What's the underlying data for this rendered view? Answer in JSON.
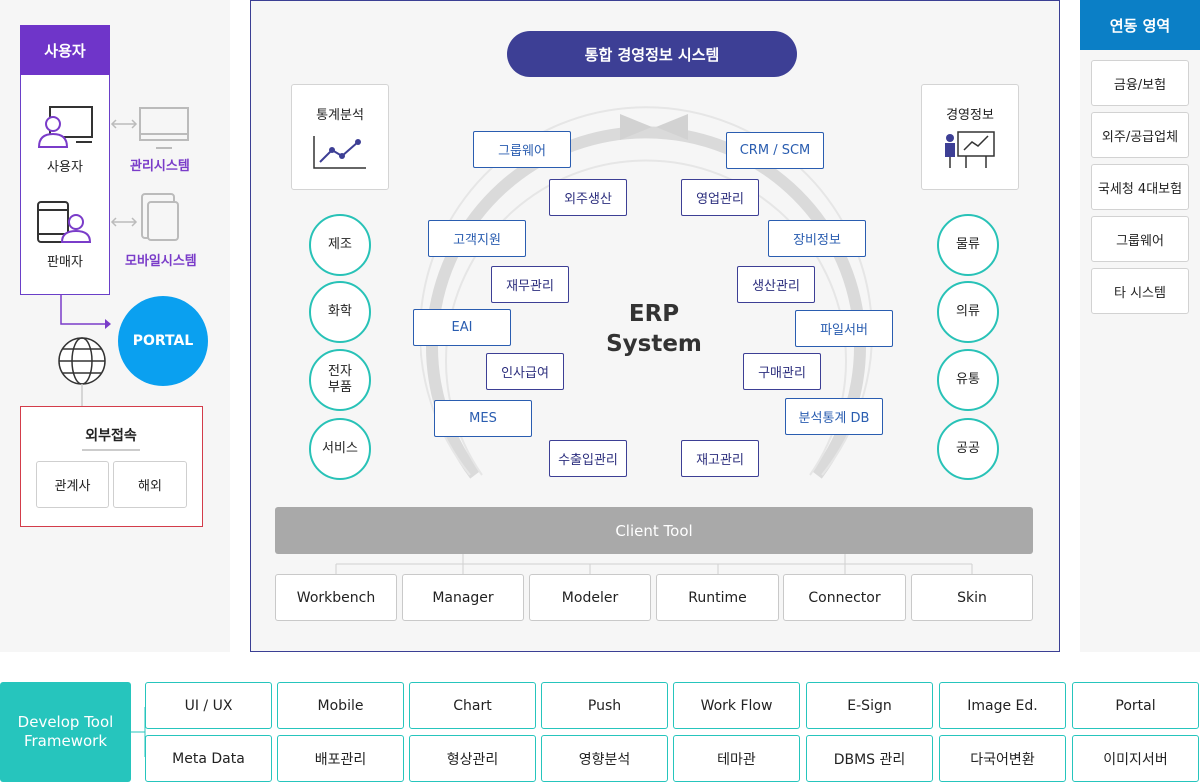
{
  "left": {
    "header": "사용자",
    "user_label": "사용자",
    "seller_label": "판매자",
    "admin_system": "관리시스템",
    "mobile_system": "모바일시스템",
    "portal": "PORTAL",
    "external": {
      "title": "외부접속",
      "items": [
        "관계사",
        "해외"
      ]
    }
  },
  "center": {
    "title": "통합 경영정보 시스템",
    "stats_card": "통계분석",
    "mgmt_card": "경영정보",
    "left_circles": [
      "제조",
      "화학",
      "전자\n부품",
      "서비스"
    ],
    "right_circles": [
      "물류",
      "의류",
      "유통",
      "공공"
    ],
    "erp_line1": "ERP",
    "erp_line2": "System",
    "modules": {
      "groupware": "그룹웨어",
      "crm": "CRM / SCM",
      "outsourcing": "외주생산",
      "sales": "영업관리",
      "customer": "고객지원",
      "equipment": "장비정보",
      "finance": "재무관리",
      "production": "생산관리",
      "eai": "EAI",
      "fileserver": "파일서버",
      "hr": "인사급여",
      "purchase": "구매관리",
      "mes": "MES",
      "analytics": "분석통계 DB",
      "import_export": "수출입관리",
      "inventory": "재고관리"
    },
    "client_tool": "Client Tool",
    "tools": [
      "Workbench",
      "Manager",
      "Modeler",
      "Runtime",
      "Connector",
      "Skin"
    ]
  },
  "right": {
    "header": "연동 영역",
    "items": [
      "금융/보험",
      "외주/공급업체",
      "국세청 4대보험",
      "그룹웨어",
      "타 시스템"
    ]
  },
  "bottom": {
    "header": "Develop Tool\nFramework",
    "row1": [
      "UI / UX",
      "Mobile",
      "Chart",
      "Push",
      "Work Flow",
      "E-Sign",
      "Image Ed.",
      "Portal"
    ],
    "row2": [
      "Meta Data",
      "배포관리",
      "형상관리",
      "영향분석",
      "테마관",
      "DBMS 관리",
      "다국어변환",
      "이미지서버"
    ]
  },
  "colors": {
    "purple": "#6f35c9",
    "navy": "#3d3f95",
    "teal": "#26c5bd",
    "blue": "#0b7fc6",
    "portal_blue": "#0aa0f0",
    "red": "#d33c4a"
  }
}
